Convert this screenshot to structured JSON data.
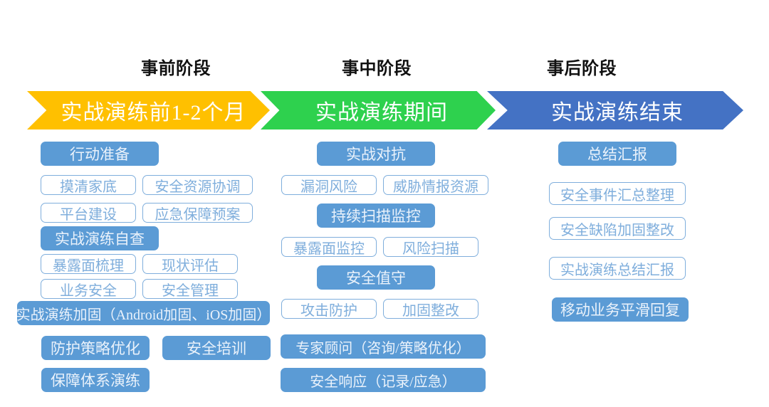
{
  "title": "实战演练三阶段工作流程图",
  "colors": {
    "stage1": "#FFC000",
    "stage2": "#2ED14E",
    "stage3": "#4472C4",
    "pill_filled": "#5B9BD5",
    "pill_outline_border": "#7FAEDC",
    "pill_filled_text": "#EAF2FB",
    "pill_outline_text": "#7FAEDC",
    "caption_text": "#111111"
  },
  "phases": [
    {
      "caption": "事前阶段",
      "banner": "实战演练前1-2个月",
      "color": "#FFC000"
    },
    {
      "caption": "事中阶段",
      "banner": "实战演练期间",
      "color": "#2ED14E"
    },
    {
      "caption": "事后阶段",
      "banner": "实战演练结束",
      "color": "#4472C4"
    }
  ],
  "columns": [
    {
      "name": "事前阶段",
      "items": [
        {
          "label": "行动准备",
          "style": "filled"
        },
        {
          "label": "摸清家底",
          "style": "outline"
        },
        {
          "label": "安全资源协调",
          "style": "outline"
        },
        {
          "label": "平台建设",
          "style": "outline"
        },
        {
          "label": "应急保障预案",
          "style": "outline"
        },
        {
          "label": "实战演练自查",
          "style": "filled"
        },
        {
          "label": "暴露面梳理",
          "style": "outline"
        },
        {
          "label": "现状评估",
          "style": "outline"
        },
        {
          "label": "业务安全",
          "style": "outline"
        },
        {
          "label": "安全管理",
          "style": "outline"
        },
        {
          "label": "实战演练加固（Android加固、iOS加固）",
          "style": "filled"
        },
        {
          "label": "防护策略优化",
          "style": "filled"
        },
        {
          "label": "安全培训",
          "style": "filled"
        },
        {
          "label": "保障体系演练",
          "style": "filled"
        }
      ]
    },
    {
      "name": "事中阶段",
      "items": [
        {
          "label": "实战对抗",
          "style": "filled"
        },
        {
          "label": "漏洞风险",
          "style": "outline"
        },
        {
          "label": "威胁情报资源",
          "style": "outline"
        },
        {
          "label": "持续扫描监控",
          "style": "filled"
        },
        {
          "label": "暴露面监控",
          "style": "outline"
        },
        {
          "label": "风险扫描",
          "style": "outline"
        },
        {
          "label": "安全值守",
          "style": "filled"
        },
        {
          "label": "攻击防护",
          "style": "outline"
        },
        {
          "label": "加固整改",
          "style": "outline"
        },
        {
          "label": "专家顾问（咨询/策略优化）",
          "style": "filled"
        },
        {
          "label": "安全响应（记录/应急）",
          "style": "filled"
        }
      ]
    },
    {
      "name": "事后阶段",
      "items": [
        {
          "label": "总结汇报",
          "style": "filled"
        },
        {
          "label": "安全事件汇总整理",
          "style": "outline"
        },
        {
          "label": "安全缺陷加固整改",
          "style": "outline"
        },
        {
          "label": "实战演练总结汇报",
          "style": "outline"
        },
        {
          "label": "移动业务平滑回复",
          "style": "filled"
        }
      ]
    }
  ]
}
